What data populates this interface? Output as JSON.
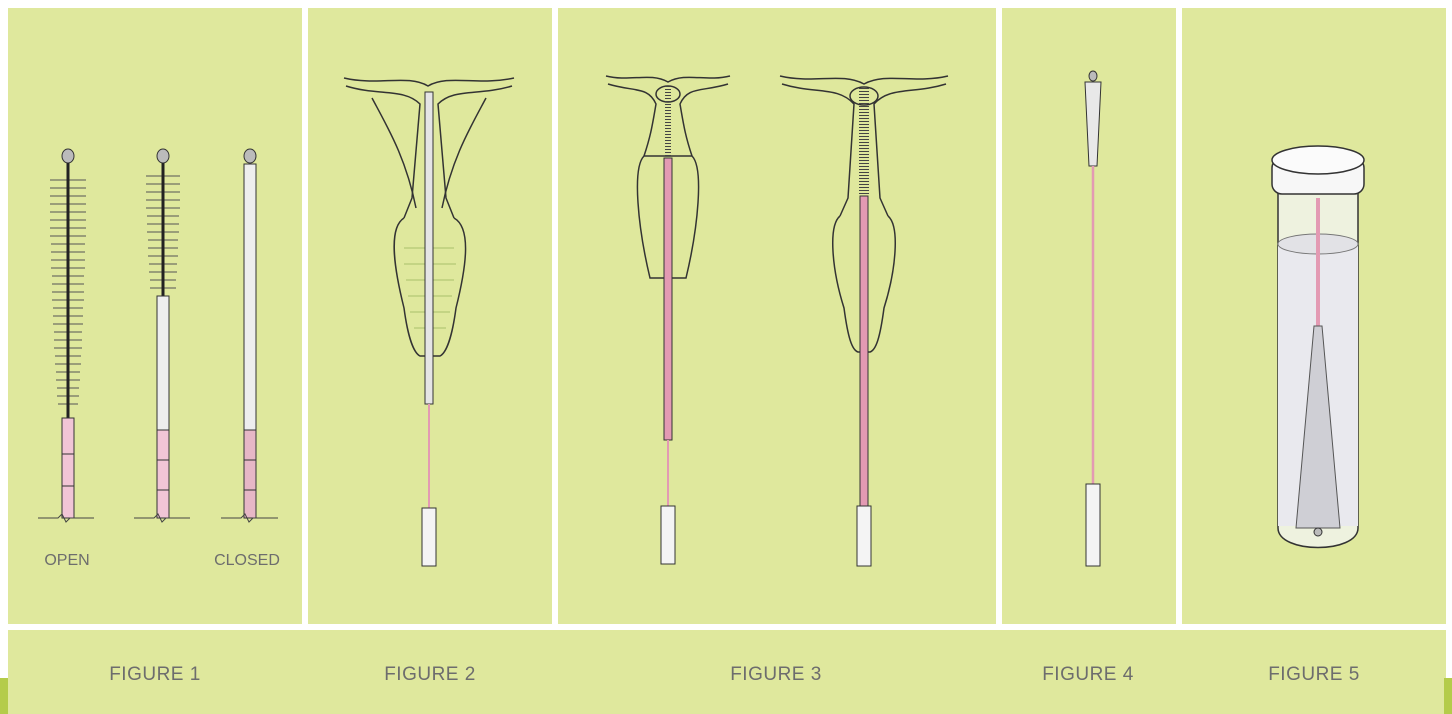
{
  "colors": {
    "panel_bg": "#dfe89d",
    "accent_bar": "#b4cc4a",
    "caption_text": "#6d6d6d",
    "stem_pink": "#f1c5d6",
    "outline": "#333333"
  },
  "figures": [
    {
      "caption": "FIGURE 1",
      "labels": {
        "open": "OPEN",
        "closed": "CLOSED"
      }
    },
    {
      "caption": "FIGURE 2"
    },
    {
      "caption": "FIGURE 3"
    },
    {
      "caption": "FIGURE 4"
    },
    {
      "caption": "FIGURE 5"
    }
  ],
  "icons": [
    "brush-device-icon",
    "uterus-diagram-icon",
    "brush-tip-icon",
    "specimen-vial-icon"
  ]
}
